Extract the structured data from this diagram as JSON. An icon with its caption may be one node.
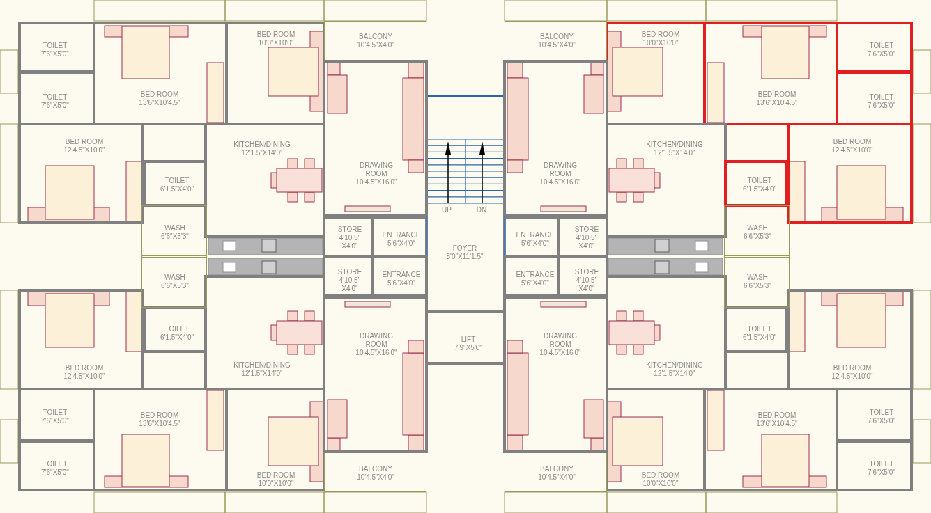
{
  "diagram": {
    "nodes": [
      {
        "text": [
          "TOILET",
          "7'6\"X5'0\""
        ]
      },
      {
        "text": [
          "TOILET",
          "7'6\"X5'0\""
        ]
      },
      {
        "text": [
          "BED ROOM",
          "13'6\"X10'4.5\""
        ]
      },
      {
        "text": [
          "BED ROOM",
          "10'0\"X10'0\""
        ]
      },
      {
        "text": [
          "BALCONY",
          "10'4.5\"X4'0\""
        ]
      },
      {
        "text": [
          "BED ROOM",
          "12'4.5\"X10'0\""
        ]
      },
      {
        "text": [
          "KITCHEN/DINING",
          "12'1.5\"X14'0\""
        ]
      },
      {
        "text": [
          "TOILET",
          "6'1.5\"X4'0\""
        ]
      },
      {
        "text": [
          "DRAWING ROOM",
          "10'4.5\"X16'0\""
        ]
      },
      {
        "text": [
          "WASH",
          "6'6\"X5'3\""
        ]
      },
      {
        "text": [
          "STORE",
          "4'10.5\" X4'0\""
        ]
      },
      {
        "text": [
          "ENTRANCE",
          "5'6\"X4'0\""
        ]
      },
      {
        "text": [
          "TOILET",
          "7'6\"X5'0\""
        ]
      },
      {
        "text": [
          "TOILET",
          "7'6\"X5'0\""
        ]
      },
      {
        "text": [
          "BED ROOM",
          "13'6\"X10'4.5\""
        ]
      },
      {
        "text": [
          "BED ROOM",
          "10'0\"X10'0\""
        ]
      },
      {
        "text": [
          "BALCONY",
          "10'4.5\"X4'0\""
        ]
      },
      {
        "text": [
          "BED ROOM",
          "12'4.5\"X10'0\""
        ]
      },
      {
        "text": [
          "KITCHEN/DINING",
          "12'1.5\"X14'0\""
        ]
      },
      {
        "text": [
          "TOILET",
          "6'1.5\"X4'0\""
        ]
      },
      {
        "text": [
          "DRAWING ROOM",
          "10'4.5\"X16'0\""
        ]
      },
      {
        "text": [
          "WASH",
          "6'6\"X5'3\""
        ]
      },
      {
        "text": [
          "STORE",
          "4'10.5\" X4'0\""
        ]
      },
      {
        "text": [
          "ENTRANCE",
          "5'6\"X4'0\""
        ]
      },
      {
        "text": [
          "FOYER",
          "8'0\"X11'1.5\""
        ]
      },
      {
        "text": [
          "LIFT",
          "7'9\"X5'0\""
        ]
      },
      {
        "text": [
          "TOILET",
          "7'6\"X5'0\""
        ]
      },
      {
        "text": [
          "TOILET",
          "7'6\"X5'0\""
        ]
      },
      {
        "text": [
          "BED ROOM",
          "13'6\"X10'4.5\""
        ]
      },
      {
        "text": [
          "BED ROOM",
          "10'0\"X10'0\""
        ]
      },
      {
        "text": [
          "BALCONY",
          "10'4.5\"X4'0\""
        ]
      },
      {
        "text": [
          "BED ROOM",
          "12'4.5\"X10'0\""
        ]
      },
      {
        "text": [
          "KITCHEN/DINING",
          "12'1.5\"X14'0\""
        ]
      },
      {
        "text": [
          "TOILET",
          "6'1.5\"X4'0\""
        ]
      },
      {
        "text": [
          "DRAWING ROOM",
          "10'4.5\"X16'0\""
        ]
      },
      {
        "text": [
          "WASH",
          "6'6\"X5'3\""
        ]
      },
      {
        "text": [
          "STORE",
          "4'10.5\" X4'0\""
        ]
      },
      {
        "text": [
          "ENTRANCE",
          "5'6\"X4'0\""
        ]
      },
      {
        "text": [
          "TOILET",
          "7'6\"X5'0\""
        ]
      },
      {
        "text": [
          "TOILET",
          "7'6\"X5'0\""
        ]
      },
      {
        "text": [
          "BED ROOM",
          "13'6\"X10'4.5\""
        ]
      },
      {
        "text": [
          "BED ROOM",
          "10'0\"X10'0\""
        ]
      },
      {
        "text": [
          "BALCONY",
          "10'4.5\"X4'0\""
        ]
      },
      {
        "text": [
          "BED ROOM",
          "12'4.5\"X10'0\""
        ]
      },
      {
        "text": [
          "KITCHEN/DINING",
          "12'1.5\"X14'0\""
        ]
      },
      {
        "text": [
          "TOILET",
          "6'1.5\"X4'0\""
        ]
      },
      {
        "text": [
          "DRAWING ROOM",
          "10'4.5\"X16'0\""
        ]
      },
      {
        "text": [
          "WASH",
          "6'6\"X5'3\""
        ]
      },
      {
        "text": [
          "STORE",
          "4'10.5\" X4'0\""
        ]
      },
      {
        "text": [
          "ENTRANCE",
          "5'6\"X4'0\""
        ]
      }
    ],
    "labels": [
      "UP",
      "DN"
    ]
  }
}
